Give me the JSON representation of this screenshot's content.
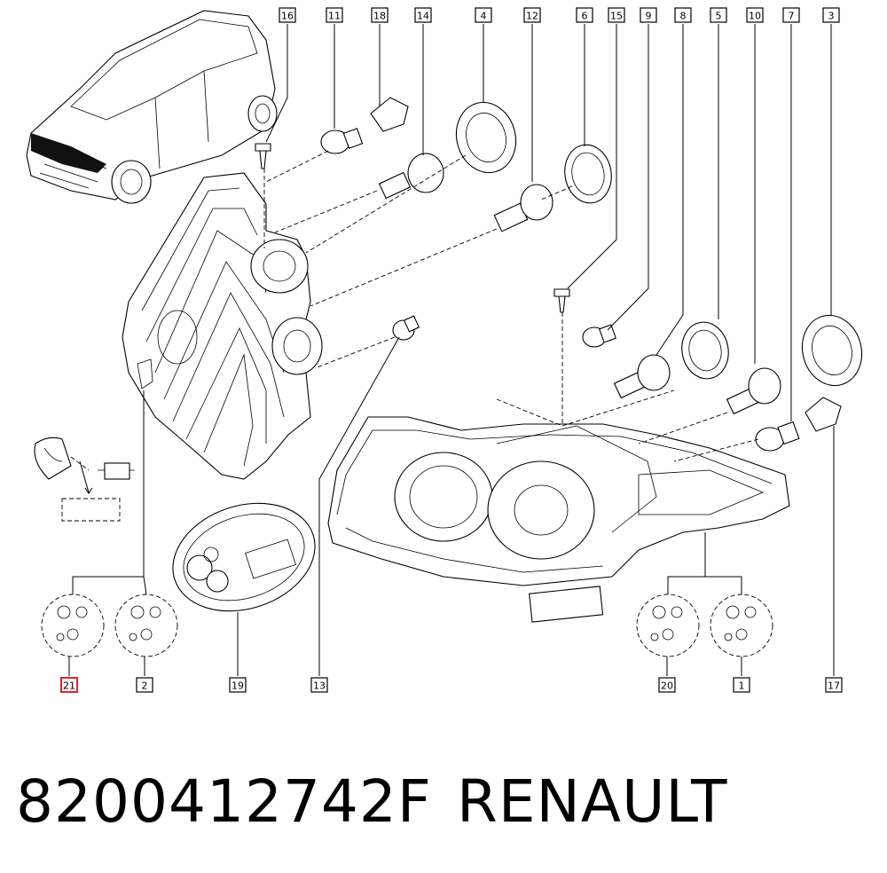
{
  "diagram": {
    "part_number": "8200412742F",
    "brand": "RENAULT",
    "callouts_top": [
      "16",
      "11",
      "18",
      "14",
      "4",
      "12",
      "6",
      "15",
      "9",
      "8",
      "5",
      "10",
      "7",
      "3"
    ],
    "callouts_bottom": [
      "21",
      "2",
      "19",
      "13",
      "20",
      "1",
      "17"
    ],
    "highlighted_callout": "21",
    "highlight_color": "#e0212c"
  }
}
